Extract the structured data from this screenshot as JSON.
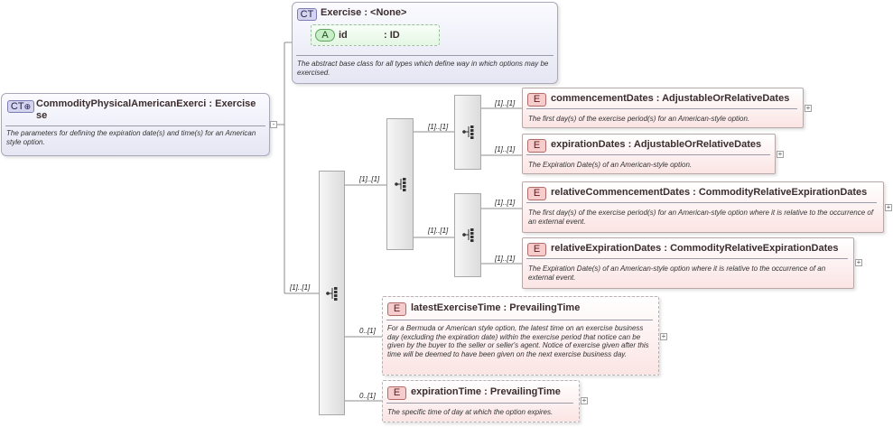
{
  "root": {
    "badge": "CT",
    "name": "CommodityPhysicalAmericanExerci",
    "name_line2": "se",
    "type_sep": ":",
    "type": "Exercise",
    "doc": "The parameters for defining the expiration date(s) and time(s) for an American style option."
  },
  "base": {
    "badge": "CT",
    "title": "Exercise : <None>",
    "attr_badge": "A",
    "attr_name": "id",
    "attr_type": ": ID",
    "doc": "The abstract base class for all types which define way in which options may be exercised."
  },
  "cardinalities": {
    "main_seq": "[1]..[1]",
    "inner_seq": "[1]..[1]",
    "choice_a": "[1]..[1]",
    "choice_b": "[1]..[1]",
    "commencement": "[1]..[1]",
    "expiration": "[1]..[1]",
    "rel_commencement": "[1]..[1]",
    "rel_expiration": "[1]..[1]",
    "latest_exercise": "0..[1]",
    "expiration_time": "0..[1]"
  },
  "elements": {
    "commencement": {
      "badge": "E",
      "name": "commencementDates",
      "type": ": AdjustableOrRelativeDates",
      "doc": "The first day(s) of the exercise period(s) for an American-style option."
    },
    "expiration": {
      "badge": "E",
      "name": "expirationDates",
      "type": ": AdjustableOrRelativeDates",
      "doc": "The Expiration Date(s) of an American-style option."
    },
    "rel_commencement": {
      "badge": "E",
      "name": "relativeCommencementDates",
      "type": ": CommodityRelativeExpirationDates",
      "doc": "The first day(s) of the exercise period(s) for an American-style option where it is relative to the occurrence of an external event."
    },
    "rel_expiration": {
      "badge": "E",
      "name": "relativeExpirationDates",
      "type": ": CommodityRelativeExpirationDates",
      "doc": "The Expiration Date(s) of an American-style option where it is relative to the occurrence of an external event."
    },
    "latest_exercise": {
      "badge": "E",
      "name": "latestExerciseTime",
      "type": ": PrevailingTime",
      "doc": "For a Bermuda or American style option, the latest time on an exercise business day (excluding the expiration date) within the exercise period that notice can be given by the buyer to the seller or seller's agent. Notice of exercise given after this time will be deemed to have been given on the next exercise business day."
    },
    "expiration_time": {
      "badge": "E",
      "name": "expirationTime",
      "type": ": PrevailingTime",
      "doc": "The specific time of day at which the option expires."
    }
  },
  "icons": {
    "expand": "expand-plus-icon",
    "sequence": "sequence-compositor-icon"
  },
  "colors": {
    "element_fill": "#fbe4e4",
    "complex_type_fill": "#ebebf6",
    "attribute_fill": "#e4f6e4"
  }
}
